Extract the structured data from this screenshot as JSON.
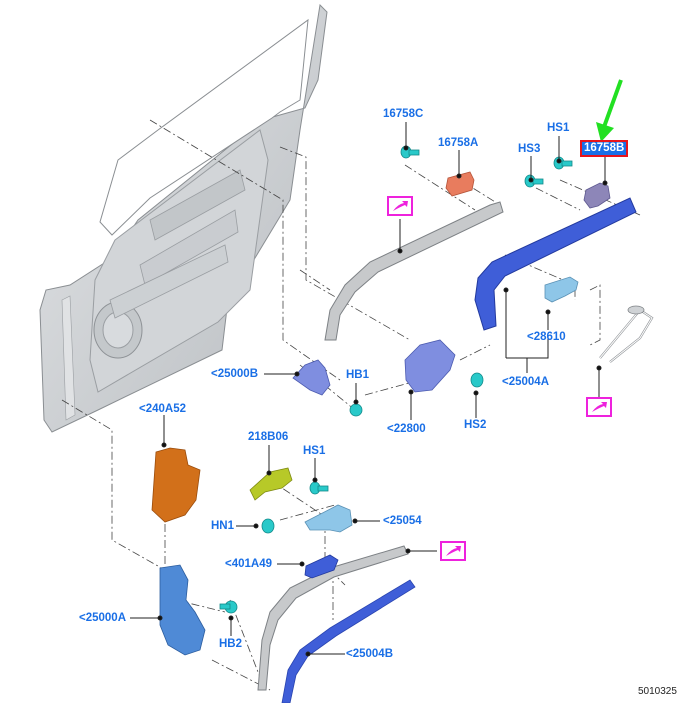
{
  "diagram": {
    "title": "Rear door hinges, window run and weatherstrip – exploded view",
    "drawing_number": "5010325",
    "colors": {
      "label": "#1a6fe6",
      "highlight_border": "#e8141c",
      "pointer_arrow": "#22e022",
      "reference_box": "#ee22dd",
      "door_panel": "#c8cbce",
      "hinge_parts": "#6b7fd6",
      "run_channel": "#3f5ed8",
      "fasteners": "#29c9c9",
      "bracket_orange": "#d2701a",
      "trim_green": "#b7c928",
      "pad_salmon": "#e87c5e",
      "clip_purple": "#8d86b8"
    },
    "labels": [
      {
        "id": "16758C",
        "text": "16758C"
      },
      {
        "id": "16758A",
        "text": "16758A"
      },
      {
        "id": "HS1_top",
        "text": "HS1"
      },
      {
        "id": "HS3",
        "text": "HS3"
      },
      {
        "id": "16758B",
        "text": "16758B",
        "highlighted": true
      },
      {
        "id": "25000B",
        "text": "<25000B"
      },
      {
        "id": "HB1",
        "text": "HB1"
      },
      {
        "id": "22800",
        "text": "<22800"
      },
      {
        "id": "HS2",
        "text": "HS2"
      },
      {
        "id": "28610",
        "text": "<28610"
      },
      {
        "id": "25004A",
        "text": "<25004A"
      },
      {
        "id": "240A52",
        "text": "<240A52"
      },
      {
        "id": "218B06",
        "text": "218B06"
      },
      {
        "id": "HS1_mid",
        "text": "HS1"
      },
      {
        "id": "HN1",
        "text": "HN1"
      },
      {
        "id": "25054",
        "text": "<25054"
      },
      {
        "id": "401A49",
        "text": "<401A49"
      },
      {
        "id": "25000A",
        "text": "<25000A"
      },
      {
        "id": "HB2",
        "text": "HB2"
      },
      {
        "id": "25004B",
        "text": "<25004B"
      }
    ],
    "reference_boxes": [
      {
        "id": "ref-upper-run",
        "icon": "arrow-reference-icon"
      },
      {
        "id": "ref-cable",
        "icon": "arrow-reference-icon"
      },
      {
        "id": "ref-lower-run",
        "icon": "arrow-reference-icon"
      }
    ],
    "pointer": {
      "target": "16758B",
      "icon": "green-arrow-icon"
    }
  }
}
